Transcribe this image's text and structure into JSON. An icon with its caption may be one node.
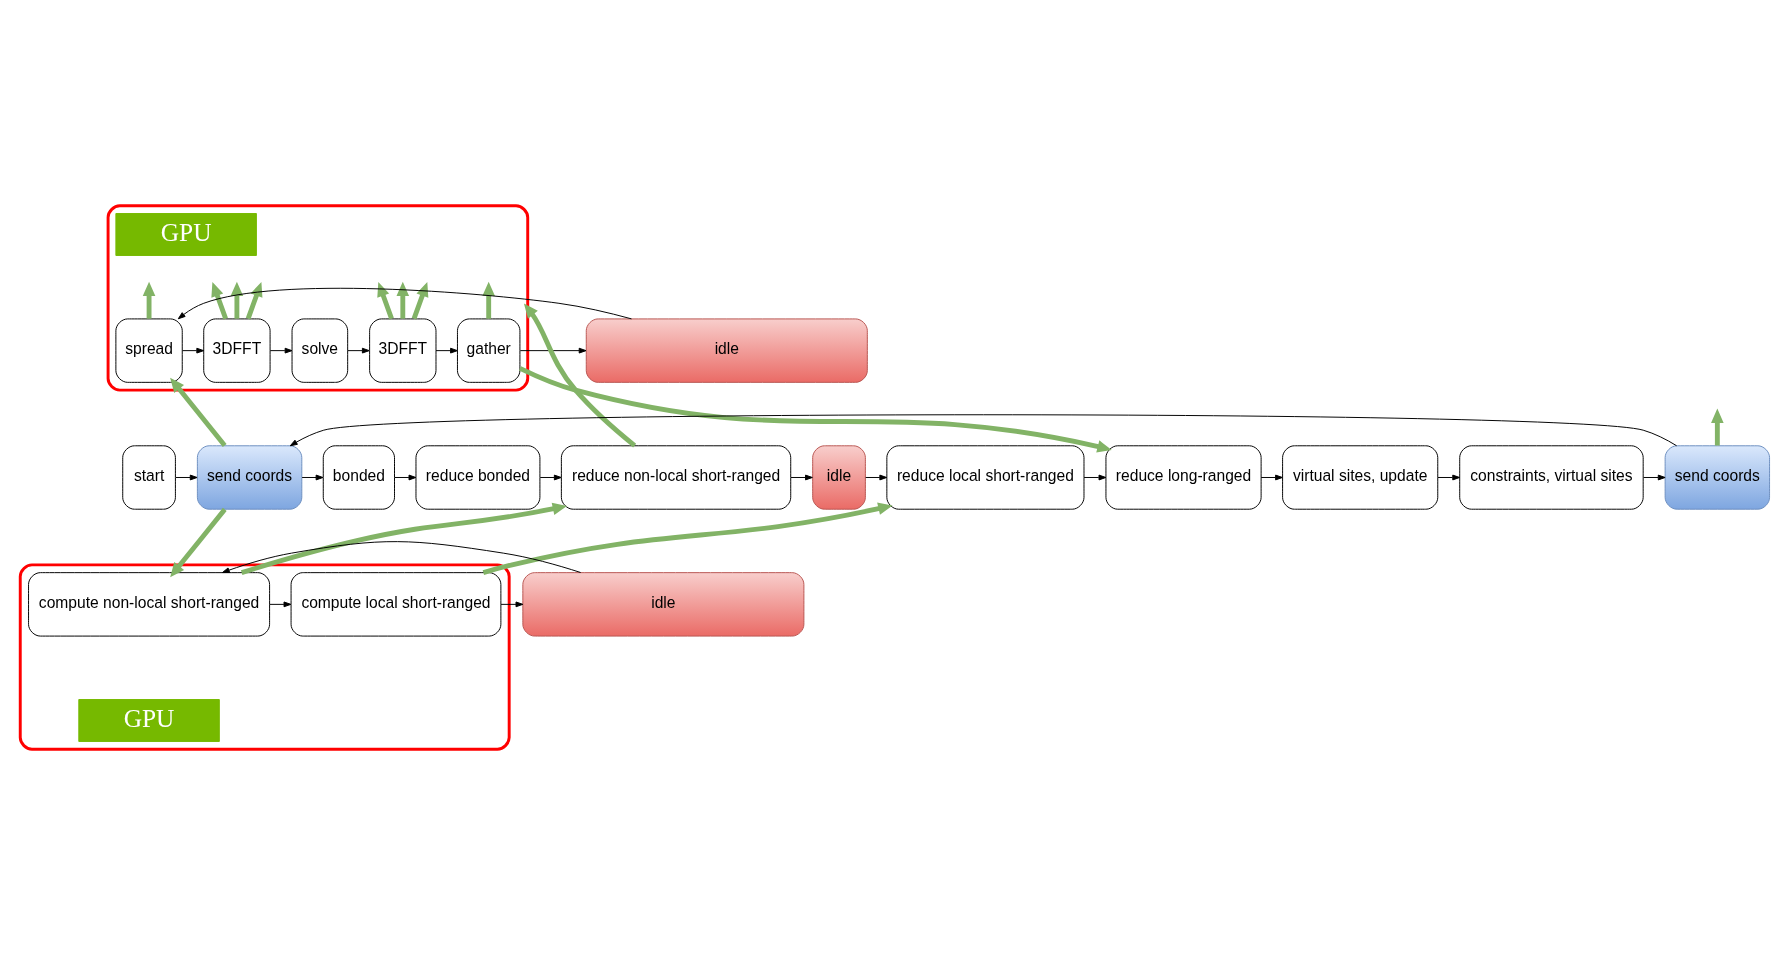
{
  "diagram": {
    "nodes": [
      {
        "text": [],
        "shape": "box"
      },
      {
        "text": [
          "GPU"
        ],
        "in": 0
      },
      {
        "text": [
          "spread"
        ],
        "in": 0
      },
      {
        "text": [
          "3DFFT"
        ],
        "in": 0
      },
      {
        "text": [
          "solve"
        ],
        "in": 0
      },
      {
        "text": [
          "3DFFT"
        ],
        "in": 0
      },
      {
        "text": [
          "gather"
        ],
        "in": 0
      },
      {
        "text": [
          "idle"
        ]
      },
      {
        "text": [
          "start"
        ]
      },
      {
        "text": [
          "send coords"
        ]
      },
      {
        "text": [
          "bonded"
        ]
      },
      {
        "text": [
          "reduce bonded"
        ]
      },
      {
        "text": [
          "reduce non-local short-ranged"
        ]
      },
      {
        "text": [
          "idle"
        ]
      },
      {
        "text": [
          "reduce local short-ranged"
        ]
      },
      {
        "text": [
          "reduce long-ranged"
        ]
      },
      {
        "text": [
          "virtual sites, update"
        ]
      },
      {
        "text": [
          "constraints, virtual sites"
        ]
      },
      {
        "text": [
          "send coords"
        ]
      },
      {
        "text": [],
        "shape": "box"
      },
      {
        "text": [
          "compute non-local short-ranged"
        ],
        "in": 19
      },
      {
        "text": [
          "compute local short-ranged"
        ],
        "in": 19
      },
      {
        "text": [
          "idle"
        ]
      },
      {
        "text": [
          "GPU"
        ],
        "in": 19
      }
    ],
    "edges": [
      {
        "from": 7,
        "to": 2,
        "arrow": "to"
      },
      {
        "from": 2,
        "to": 3,
        "arrow": "to"
      },
      {
        "from": 3,
        "to": 4,
        "arrow": "to"
      },
      {
        "from": 4,
        "to": 5,
        "arrow": "to"
      },
      {
        "from": 5,
        "to": 6,
        "arrow": "to"
      },
      {
        "from": 6,
        "to": 7,
        "arrow": "to"
      },
      {
        "from": 2,
        "to": null,
        "arrow": "to",
        "style": "thick",
        "color": "#82b366"
      },
      {
        "from": 3,
        "to": null,
        "arrow": "to",
        "style": "thick",
        "color": "#82b366"
      },
      {
        "from": 3,
        "to": null,
        "arrow": "to",
        "style": "thick",
        "color": "#82b366"
      },
      {
        "from": 3,
        "to": null,
        "arrow": "to",
        "style": "thick",
        "color": "#82b366"
      },
      {
        "from": 5,
        "to": null,
        "arrow": "to",
        "style": "thick",
        "color": "#82b366"
      },
      {
        "from": 5,
        "to": null,
        "arrow": "to",
        "style": "thick",
        "color": "#82b366"
      },
      {
        "from": 5,
        "to": null,
        "arrow": "to",
        "style": "thick",
        "color": "#82b366"
      },
      {
        "from": 6,
        "to": null,
        "arrow": "to",
        "style": "thick",
        "color": "#82b366"
      },
      {
        "from": 8,
        "to": 9,
        "arrow": "to"
      },
      {
        "from": 9,
        "to": 10,
        "arrow": "to"
      },
      {
        "from": 10,
        "to": 11,
        "arrow": "to"
      },
      {
        "from": 11,
        "to": 12,
        "arrow": "to"
      },
      {
        "from": 12,
        "to": 13,
        "arrow": "to"
      },
      {
        "from": 13,
        "to": 14,
        "arrow": "to"
      },
      {
        "from": 14,
        "to": 15,
        "arrow": "to"
      },
      {
        "from": 15,
        "to": 16,
        "arrow": "to"
      },
      {
        "from": 16,
        "to": 17,
        "arrow": "to"
      },
      {
        "from": 17,
        "to": 18,
        "arrow": "to"
      },
      {
        "from": 18,
        "to": 9,
        "arrow": "to"
      },
      {
        "from": 9,
        "to": 2,
        "arrow": "to",
        "style": "thick",
        "color": "#82b366"
      },
      {
        "from": 9,
        "to": 20,
        "arrow": "to",
        "style": "thick",
        "color": "#82b366"
      },
      {
        "from": 12,
        "to": 0,
        "arrow": "to",
        "style": "thick",
        "color": "#82b366"
      },
      {
        "from": 6,
        "to": 15,
        "arrow": "to",
        "style": "thick",
        "color": "#82b366"
      },
      {
        "from": 18,
        "to": null,
        "arrow": "to",
        "style": "thick",
        "color": "#82b366"
      },
      {
        "from": 20,
        "to": 12,
        "arrow": "to",
        "style": "thick",
        "color": "#82b366"
      },
      {
        "from": 21,
        "to": 14,
        "arrow": "to",
        "style": "thick",
        "color": "#82b366"
      },
      {
        "from": 20,
        "to": 21,
        "arrow": "to"
      },
      {
        "from": 21,
        "to": 22,
        "arrow": "to"
      },
      {
        "from": 22,
        "to": 20,
        "arrow": "to"
      }
    ]
  }
}
